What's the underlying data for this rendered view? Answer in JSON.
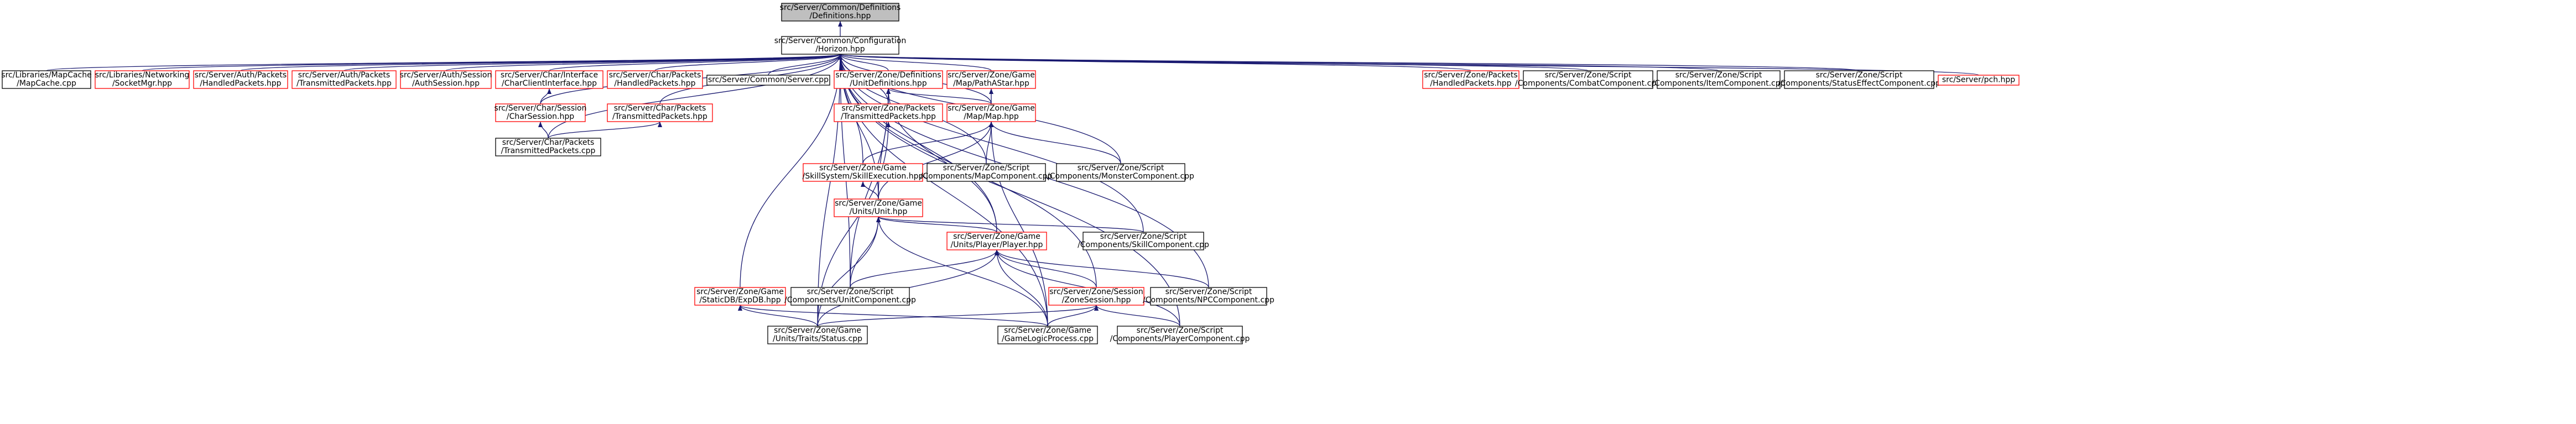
{
  "colors": {
    "edge": "#191970",
    "node_border_linked": "#ff0000",
    "node_border_plain": "#000000",
    "node_fill": "#ffffff",
    "root_fill": "#bfbfbf",
    "root_border": "#000000"
  },
  "nodes": [
    {
      "id": "definitions",
      "lines": [
        "src/Server/Common/Definitions",
        "/Definitions.hpp"
      ],
      "style": "root"
    },
    {
      "id": "horizon",
      "lines": [
        "src/Server/Common/Configuration",
        "/Horizon.hpp"
      ],
      "style": "plain"
    },
    {
      "id": "mapcache_cpp",
      "lines": [
        "src/Libraries/MapCache",
        "/MapCache.cpp"
      ],
      "style": "plain"
    },
    {
      "id": "socketmgr",
      "lines": [
        "src/Libraries/Networking",
        "/SocketMgr.hpp"
      ],
      "style": "linked"
    },
    {
      "id": "auth_handled",
      "lines": [
        "src/Server/Auth/Packets",
        "/HandledPackets.hpp"
      ],
      "style": "linked"
    },
    {
      "id": "auth_transmitted",
      "lines": [
        "src/Server/Auth/Packets",
        "/TransmittedPackets.hpp"
      ],
      "style": "linked"
    },
    {
      "id": "authsession",
      "lines": [
        "src/Server/Auth/Session",
        "/AuthSession.hpp"
      ],
      "style": "linked"
    },
    {
      "id": "charclientinterface",
      "lines": [
        "src/Server/Char/Interface",
        "/CharClientInterface.hpp"
      ],
      "style": "linked"
    },
    {
      "id": "char_handled",
      "lines": [
        "src/Server/Char/Packets",
        "/HandledPackets.hpp"
      ],
      "style": "linked"
    },
    {
      "id": "server_cpp",
      "lines": [
        "src/Server/Common/Server.cpp"
      ],
      "style": "plain"
    },
    {
      "id": "unitdefinitions",
      "lines": [
        "src/Server/Zone/Definitions",
        "/UnitDefinitions.hpp"
      ],
      "style": "linked"
    },
    {
      "id": "pathastar",
      "lines": [
        "src/Server/Zone/Game",
        "/Map/PathAStar.hpp"
      ],
      "style": "linked"
    },
    {
      "id": "zone_handled",
      "lines": [
        "src/Server/Zone/Packets",
        "/HandledPackets.hpp"
      ],
      "style": "linked"
    },
    {
      "id": "combatcomponent",
      "lines": [
        "src/Server/Zone/Script",
        "/Components/CombatComponent.cpp"
      ],
      "style": "plain"
    },
    {
      "id": "itemcomponent",
      "lines": [
        "src/Server/Zone/Script",
        "/Components/ItemComponent.cpp"
      ],
      "style": "plain"
    },
    {
      "id": "statuseffectcomponent",
      "lines": [
        "src/Server/Zone/Script",
        "/Components/StatusEffectComponent.cpp"
      ],
      "style": "plain"
    },
    {
      "id": "pch",
      "lines": [
        "src/Server/pch.hpp"
      ],
      "style": "linked"
    },
    {
      "id": "charsession",
      "lines": [
        "src/Server/Char/Session",
        "/CharSession.hpp"
      ],
      "style": "linked"
    },
    {
      "id": "char_transmitted",
      "lines": [
        "src/Server/Char/Packets",
        "/TransmittedPackets.hpp"
      ],
      "style": "linked"
    },
    {
      "id": "zone_transmitted",
      "lines": [
        "src/Server/Zone/Packets",
        "/TransmittedPackets.hpp"
      ],
      "style": "linked"
    },
    {
      "id": "map_hpp",
      "lines": [
        "src/Server/Zone/Game",
        "/Map/Map.hpp"
      ],
      "style": "linked"
    },
    {
      "id": "char_transmitted_cpp",
      "lines": [
        "src/Server/Char/Packets",
        "/TransmittedPackets.cpp"
      ],
      "style": "plain"
    },
    {
      "id": "skillexecution",
      "lines": [
        "src/Server/Zone/Game",
        "/SkillSystem/SkillExecution.hpp"
      ],
      "style": "linked"
    },
    {
      "id": "mapcomponent",
      "lines": [
        "src/Server/Zone/Script",
        "/Components/MapComponent.cpp"
      ],
      "style": "plain"
    },
    {
      "id": "monstercomponent",
      "lines": [
        "src/Server/Zone/Script",
        "/Components/MonsterComponent.cpp"
      ],
      "style": "plain"
    },
    {
      "id": "unit_hpp",
      "lines": [
        "src/Server/Zone/Game",
        "/Units/Unit.hpp"
      ],
      "style": "linked"
    },
    {
      "id": "player_hpp",
      "lines": [
        "src/Server/Zone/Game",
        "/Units/Player/Player.hpp"
      ],
      "style": "linked"
    },
    {
      "id": "skillcomponent",
      "lines": [
        "src/Server/Zone/Script",
        "/Components/SkillComponent.cpp"
      ],
      "style": "plain"
    },
    {
      "id": "staticdbexpdb",
      "lines": [
        "src/Server/Zone/Game",
        "/StaticDB/ExpDB.hpp"
      ],
      "style": "linked"
    },
    {
      "id": "unitcomponent",
      "lines": [
        "src/Server/Zone/Script",
        "/Components/UnitComponent.cpp"
      ],
      "style": "plain"
    },
    {
      "id": "zonesession",
      "lines": [
        "src/Server/Zone/Session",
        "/ZoneSession.hpp"
      ],
      "style": "linked"
    },
    {
      "id": "npccomponent",
      "lines": [
        "src/Server/Zone/Script",
        "/Components/NPCComponent.cpp"
      ],
      "style": "plain"
    },
    {
      "id": "status_cpp",
      "lines": [
        "src/Server/Zone/Game",
        "/Units/Traits/Status.cpp"
      ],
      "style": "plain"
    },
    {
      "id": "gamelogicprocess",
      "lines": [
        "src/Server/Zone/Game",
        "/GameLogicProcess.cpp"
      ],
      "style": "plain"
    },
    {
      "id": "playercomponent",
      "lines": [
        "src/Server/Zone/Script",
        "/Components/PlayerComponent.cpp"
      ],
      "style": "plain"
    }
  ],
  "edges": [
    [
      "definitions",
      "horizon"
    ],
    [
      "horizon",
      "mapcache_cpp"
    ],
    [
      "horizon",
      "socketmgr"
    ],
    [
      "horizon",
      "auth_handled"
    ],
    [
      "horizon",
      "auth_transmitted"
    ],
    [
      "horizon",
      "authsession"
    ],
    [
      "horizon",
      "charclientinterface"
    ],
    [
      "horizon",
      "char_handled"
    ],
    [
      "horizon",
      "server_cpp"
    ],
    [
      "horizon",
      "unitdefinitions"
    ],
    [
      "horizon",
      "pathastar"
    ],
    [
      "horizon",
      "zone_handled"
    ],
    [
      "horizon",
      "combatcomponent"
    ],
    [
      "horizon",
      "itemcomponent"
    ],
    [
      "horizon",
      "statuseffectcomponent"
    ],
    [
      "horizon",
      "pch"
    ],
    [
      "horizon",
      "charsession"
    ],
    [
      "horizon",
      "char_transmitted"
    ],
    [
      "horizon",
      "char_transmitted_cpp"
    ],
    [
      "horizon",
      "zone_transmitted"
    ],
    [
      "horizon",
      "map_hpp"
    ],
    [
      "horizon",
      "skillexecution"
    ],
    [
      "horizon",
      "mapcomponent"
    ],
    [
      "horizon",
      "monstercomponent"
    ],
    [
      "horizon",
      "unit_hpp"
    ],
    [
      "horizon",
      "player_hpp"
    ],
    [
      "horizon",
      "skillcomponent"
    ],
    [
      "horizon",
      "staticdbexpdb"
    ],
    [
      "horizon",
      "unitcomponent"
    ],
    [
      "horizon",
      "zonesession"
    ],
    [
      "horizon",
      "npccomponent"
    ],
    [
      "horizon",
      "status_cpp"
    ],
    [
      "horizon",
      "gamelogicprocess"
    ],
    [
      "horizon",
      "playercomponent"
    ],
    [
      "charclientinterface",
      "charsession"
    ],
    [
      "charsession",
      "char_transmitted_cpp"
    ],
    [
      "char_transmitted",
      "char_transmitted_cpp"
    ],
    [
      "unitdefinitions",
      "zone_transmitted"
    ],
    [
      "unitdefinitions",
      "map_hpp"
    ],
    [
      "unitdefinitions",
      "unit_hpp"
    ],
    [
      "unitdefinitions",
      "player_hpp"
    ],
    [
      "unitdefinitions",
      "unitcomponent"
    ],
    [
      "pathastar",
      "map_hpp"
    ],
    [
      "zone_transmitted",
      "status_cpp"
    ],
    [
      "map_hpp",
      "skillexecution"
    ],
    [
      "map_hpp",
      "mapcomponent"
    ],
    [
      "map_hpp",
      "monstercomponent"
    ],
    [
      "map_hpp",
      "unit_hpp"
    ],
    [
      "map_hpp",
      "gamelogicprocess"
    ],
    [
      "skillexecution",
      "unit_hpp"
    ],
    [
      "unit_hpp",
      "player_hpp"
    ],
    [
      "unit_hpp",
      "skillcomponent"
    ],
    [
      "unit_hpp",
      "unitcomponent"
    ],
    [
      "unit_hpp",
      "status_cpp"
    ],
    [
      "unit_hpp",
      "gamelogicprocess"
    ],
    [
      "player_hpp",
      "unitcomponent"
    ],
    [
      "player_hpp",
      "zonesession"
    ],
    [
      "player_hpp",
      "npccomponent"
    ],
    [
      "player_hpp",
      "status_cpp"
    ],
    [
      "player_hpp",
      "gamelogicprocess"
    ],
    [
      "player_hpp",
      "playercomponent"
    ],
    [
      "staticdbexpdb",
      "status_cpp"
    ],
    [
      "staticdbexpdb",
      "gamelogicprocess"
    ],
    [
      "zonesession",
      "status_cpp"
    ],
    [
      "zonesession",
      "gamelogicprocess"
    ],
    [
      "zonesession",
      "playercomponent"
    ]
  ]
}
